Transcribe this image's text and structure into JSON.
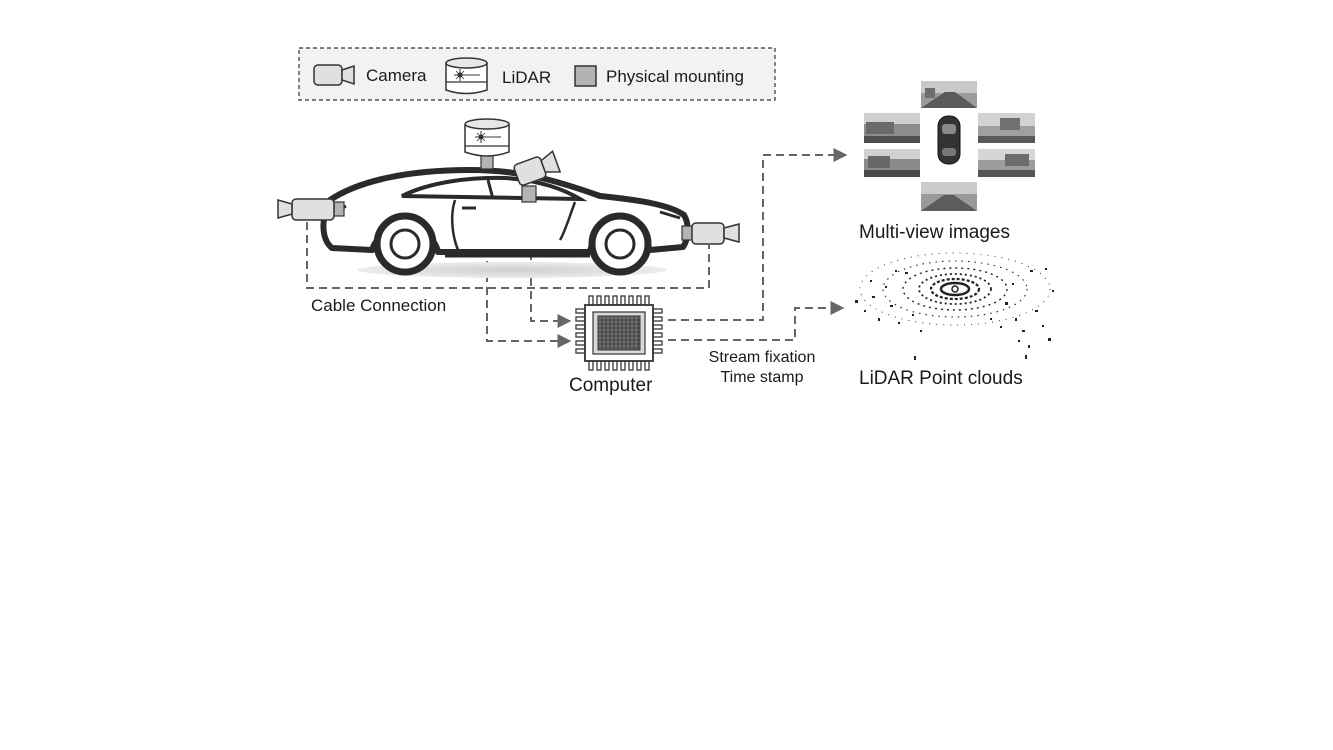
{
  "legend": {
    "camera_label": "Camera",
    "lidar_label": "LiDAR",
    "mounting_label": "Physical mounting"
  },
  "labels": {
    "cable_connection": "Cable Connection",
    "computer": "Computer",
    "stream_fixation": "Stream fixation",
    "time_stamp": "Time stamp",
    "multi_view_images": "Multi-view images",
    "lidar_point_clouds": "LiDAR Point clouds"
  },
  "colors": {
    "outline": "#2a2a2a",
    "dashed_line": "#666666",
    "mounting_fill": "#b3b3b3",
    "legend_fill": "#f2f2f2"
  }
}
